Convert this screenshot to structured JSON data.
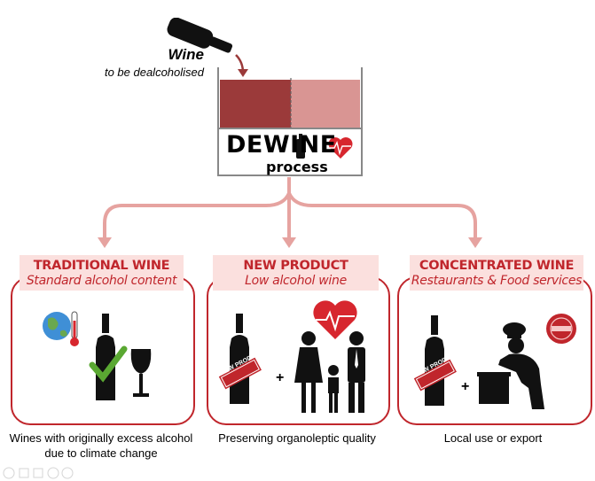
{
  "input": {
    "title": "Wine",
    "subtitle": "to be dealcoholised"
  },
  "process": {
    "logo_text": "DEWINE",
    "logo_subtitle": "process"
  },
  "outputs": [
    {
      "title": "TRADITIONAL WINE",
      "subtitle": "Standard alcohol content",
      "caption_line1": "Wines with originally excess alcohol",
      "caption_line2": "due to climate change"
    },
    {
      "title": "NEW PRODUCT",
      "subtitle": "Low alcohol wine",
      "caption_line1": "Preserving organoleptic quality",
      "label_left": "NEW PRODUCT"
    },
    {
      "title": "CONCENTRATED WINE",
      "subtitle": "Restaurants & Food services",
      "caption_line1": "Local use or export",
      "label_left": "NEW PRODUCT"
    }
  ],
  "symbols": {
    "plus": "+"
  },
  "colors": {
    "accent_red": "#c0262c",
    "dark_wine": "#9b3a3a",
    "light_wine": "#d99593",
    "header_fill": "#fbe0de",
    "arrow": "#e6a3a0"
  }
}
